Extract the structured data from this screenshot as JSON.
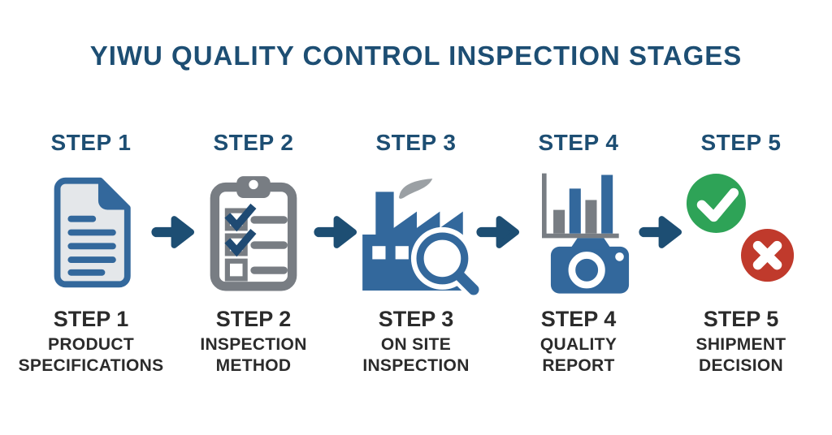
{
  "title": "YIWU QUALITY CONTROL INSPECTION STAGES",
  "colors": {
    "background": "#ffffff",
    "title_blue": "#1d4e73",
    "icon_blue": "#33689c",
    "check_blue": "#1f4a73",
    "gray": "#787d83",
    "smoke_gray": "#9ba0a4",
    "paper_fill": "#e4e7ea",
    "green": "#2ea357",
    "red": "#c03a2c",
    "label_dark": "#2b2b2b"
  },
  "steps": [
    {
      "header": "STEP 1",
      "icon": "document-icon",
      "label_step": "STEP 1",
      "label_lines": [
        "PRODUCT",
        "SPECIFICATIONS"
      ]
    },
    {
      "header": "STEP 2",
      "icon": "clipboard-checklist-icon",
      "label_step": "STEP 2",
      "label_lines": [
        "INSPECTION",
        "METHOD"
      ]
    },
    {
      "header": "STEP 3",
      "icon": "factory-magnifier-icon",
      "label_step": "STEP 3",
      "label_lines": [
        "ON SITE",
        "INSPECTION"
      ]
    },
    {
      "header": "STEP 4",
      "icon": "bar-chart-camera-icon",
      "label_step": "STEP 4",
      "label_lines": [
        "QUALITY",
        "REPORT"
      ]
    },
    {
      "header": "STEP 5",
      "icon": "approve-reject-icon",
      "label_step": "STEP 5",
      "label_lines": [
        "SHIPMENT",
        "DECISION"
      ]
    }
  ],
  "arrows": {
    "direction": "right",
    "count": 4
  }
}
